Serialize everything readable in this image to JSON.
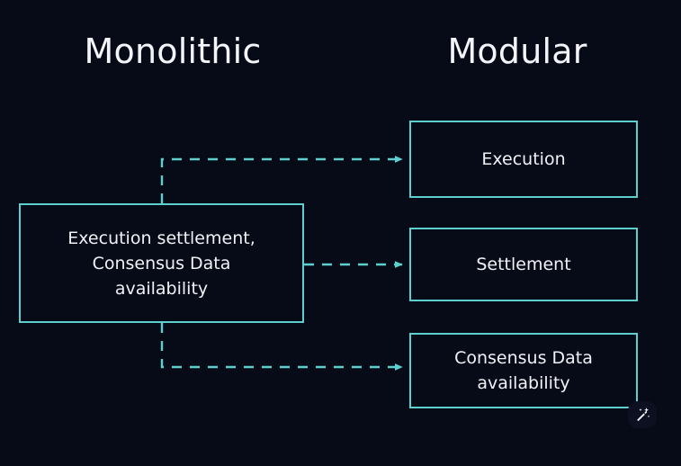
{
  "diagram": {
    "type": "comparison-flow-diagram",
    "background_color": "#070a17",
    "accent_color": "#5ccfce",
    "text_color": "#f1f2f7",
    "columns": [
      {
        "id": "monolithic",
        "title": "Monolithic"
      },
      {
        "id": "modular",
        "title": "Modular"
      }
    ],
    "left_node": {
      "label": "Execution settlement,\nConsensus Data\navailability",
      "lines": [
        "Execution settlement,",
        "Consensus Data",
        "availability"
      ]
    },
    "right_nodes": [
      {
        "id": "execution",
        "label": "Execution"
      },
      {
        "id": "settlement",
        "label": "Settlement"
      },
      {
        "id": "consensus-data-availability",
        "label": "Consensus Data\navailability"
      }
    ],
    "connectors": [
      {
        "id": "monolith-to-execution",
        "style": "dashed",
        "arrow": "end",
        "from": "monolithic",
        "to": "execution"
      },
      {
        "id": "monolith-to-settlement",
        "style": "dashed",
        "arrow": "end",
        "from": "monolithic",
        "to": "settlement"
      },
      {
        "id": "monolith-to-consensus",
        "style": "dashed",
        "arrow": "end",
        "from": "monolithic",
        "to": "consensus-data-availability"
      }
    ],
    "overlay": {
      "badge_icon": "magic-wand-icon"
    }
  }
}
